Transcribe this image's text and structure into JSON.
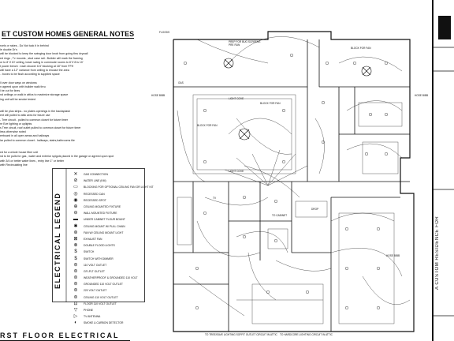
{
  "notes": {
    "title": "ET CUSTOM HOMES GENERAL NOTES",
    "lines": [
      "rcels or rakes.. Do Not tuck it in behind",
      "le double Dr's",
      "will be blocked to keep the swinging door knob from going thru drywall",
      "ed rings , Tv mounts , stud case rail.. Builder will mark the framing",
      "or to 8' if 10' ceiling, lower swing in commode rooms to 8' if 8 is 10'",
      "t power bench : each shower 6.5' blocking at 18\" from FFH",
      "will have a 12\" variance from ceiling to encase the area",
      ".. boxes to be flush according to supplied space",
      "",
      "ll over door ways on windows",
      "n agreed upon with builder walk thru",
      "l be cut for lines",
      "nd ceilings or walk in attics to maximize storage space",
      "ing unit will be smoke tested",
      "",
      "",
      "will be plus strips.. no plates openings in the backsplash",
      "ent will pulled to attic area for future use",
      "- Tree circuit - pulled to common closet for future timer",
      "re Eve lighting or uplights",
      "s Tree circuit, roof outlet pulled to common closet for future timer",
      "less otherwise noted",
      "eeboard in all open areas and hallways",
      "lar pulled to common closet - hallways, stairs,bathrooms tile",
      "",
      "",
      "ed for a whole house fiber unit",
      "nd to be pulls for gas , water and exterior spigots placed in the garage or agreed upon spot",
      "with 3/4 or better water lines , entry line 1\" or better",
      "with Recirculating line"
    ]
  },
  "legend": {
    "title": "ELECTRICAL LEGEND",
    "items": [
      {
        "icon": "gas-connection-icon",
        "glyph": "✕",
        "label": "GAS CONNECTION"
      },
      {
        "icon": "water-line-icon",
        "glyph": "⊘",
        "label": "WATER LINE (KM)"
      },
      {
        "icon": "blocking-icon",
        "glyph": "▭",
        "label": "BLOCKING FOR OPTIONAL CEILING FAN OR LIGHT KIT"
      },
      {
        "icon": "recessed-can-icon",
        "glyph": "◎",
        "label": "RECESSED CAN"
      },
      {
        "icon": "recessed-spot-icon",
        "glyph": "◉",
        "label": "RECESSED SPOT"
      },
      {
        "icon": "ceiling-fixture-icon",
        "glyph": "⊕",
        "label": "CEILING MOUNTED FIXTURE"
      },
      {
        "icon": "wall-fixture-icon",
        "glyph": "⊖",
        "label": "WALL MOUNTED FIXTURE"
      },
      {
        "icon": "under-cabinet-icon",
        "glyph": "▬",
        "label": "UNDER CABINET FLOUR BOUNT"
      },
      {
        "icon": "ceiling-fan-icon",
        "glyph": "✱",
        "label": "CEILING MOUNT W/ PULL CHAIN"
      },
      {
        "icon": "fan-light-icon",
        "glyph": "⊛",
        "label": "FAN W/ CEILING MOUNT LIGHT"
      },
      {
        "icon": "exhaust-fan-icon",
        "glyph": "⊠",
        "label": "EXHAUST FAN"
      },
      {
        "icon": "flood-light-icon",
        "glyph": "⊗",
        "label": "DOUBLE FLOOD LIGHTS"
      },
      {
        "icon": "switch-icon",
        "glyph": "$",
        "label": "SWITCH"
      },
      {
        "icon": "dimmer-icon",
        "glyph": "$",
        "label": "SWITCH WITH DIMMER"
      },
      {
        "icon": "outlet-icon",
        "glyph": "⊜",
        "label": "110 VOLT OUTLET"
      },
      {
        "icon": "gfi-outlet-icon",
        "glyph": "⊜",
        "label": "GFI-PLT OUTLET"
      },
      {
        "icon": "weather-outlet-icon",
        "glyph": "⊜",
        "label": "WEATHERPROOF & GROUNDED 110 VOLT"
      },
      {
        "icon": "grounded-outlet-icon",
        "glyph": "⊜",
        "label": "GROUNDED 110 VOLT OUTLET"
      },
      {
        "icon": "220-outlet-icon",
        "glyph": "⊜",
        "label": "220 VOLT OUTLET"
      },
      {
        "icon": "ceiling-outlet-icon",
        "glyph": "⊜",
        "label": "CEILING 110 VOLT OUTLET"
      },
      {
        "icon": "floor-outlet-icon",
        "glyph": "⊡",
        "label": "FLOOR 110 VOLT OUTLET"
      },
      {
        "icon": "phone-icon",
        "glyph": "▽",
        "label": "PHONE"
      },
      {
        "icon": "tv-antenna-icon",
        "glyph": "▷",
        "label": "TV ANTENNA"
      },
      {
        "icon": "smoke-detector-icon",
        "glyph": "◐",
        "label": "SMOKE & CARBON DETECTOR"
      }
    ]
  },
  "sheet_title": "RST FLOOR ELECTRICAL",
  "title_block": {
    "vertical_text": "A CUSTOM RESIDENCE FOR"
  },
  "plan_labels": {
    "floods": "FLOODS",
    "pre_run": "PRE RUN",
    "prepped_bud_screens": "PREP FOR BUG SCREENS",
    "block_for_fan_1": "BLOCK FOR FAN",
    "block_for_fan_2": "BLOCK FOR FAN",
    "block_for_fan_3": "BLOCK FOR FAN",
    "light_cove_1": "LIGHT COVE",
    "light_cove_2": "LIGHT COVE",
    "hose_bibb_1": "HOSE BIBB",
    "hose_bibb_2": "HOSE BIBB",
    "hose_bibb_3": "HOSE BIBB",
    "drop": "DROP",
    "gas_stub": "GAS",
    "to_cabinet": "TO CABINET",
    "to_tree_outlet": "TO TREE/EAVE LIGHTING\nSOFFIT OUTLET\nCIRCUIT IN ATTIC",
    "to_tree_outlet_2": "TO HARDCORE LIGHTING\nCIRCUIT IN ATTIC",
    "tv": "TV"
  }
}
